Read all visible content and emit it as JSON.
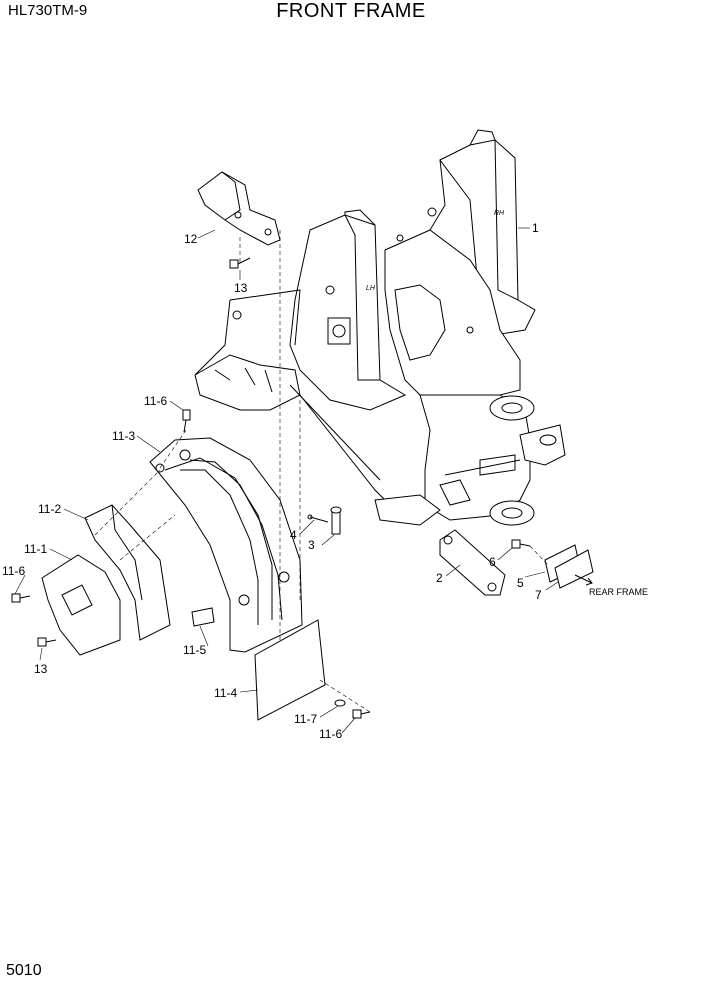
{
  "header": {
    "model": "HL730TM-9",
    "title": "FRONT FRAME"
  },
  "footer": {
    "page_number": "5010"
  },
  "callouts": [
    {
      "id": "1",
      "label": "1"
    },
    {
      "id": "2",
      "label": "2"
    },
    {
      "id": "3",
      "label": "3"
    },
    {
      "id": "4",
      "label": "4"
    },
    {
      "id": "5",
      "label": "5"
    },
    {
      "id": "6",
      "label": "6"
    },
    {
      "id": "7",
      "label": "7"
    },
    {
      "id": "12",
      "label": "12"
    },
    {
      "id": "13a",
      "label": "13"
    },
    {
      "id": "13b",
      "label": "13"
    },
    {
      "id": "11-1",
      "label": "11-1"
    },
    {
      "id": "11-2",
      "label": "11-2"
    },
    {
      "id": "11-3",
      "label": "11-3"
    },
    {
      "id": "11-4",
      "label": "11-4"
    },
    {
      "id": "11-5",
      "label": "11-5"
    },
    {
      "id": "11-6a",
      "label": "11-6"
    },
    {
      "id": "11-6b",
      "label": "11-6"
    },
    {
      "id": "11-6c",
      "label": "11-6"
    },
    {
      "id": "11-7",
      "label": "11-7"
    }
  ],
  "notes": {
    "rear_frame": "REAR FRAME",
    "rh_mark": "RH",
    "lh_mark": "LH"
  }
}
